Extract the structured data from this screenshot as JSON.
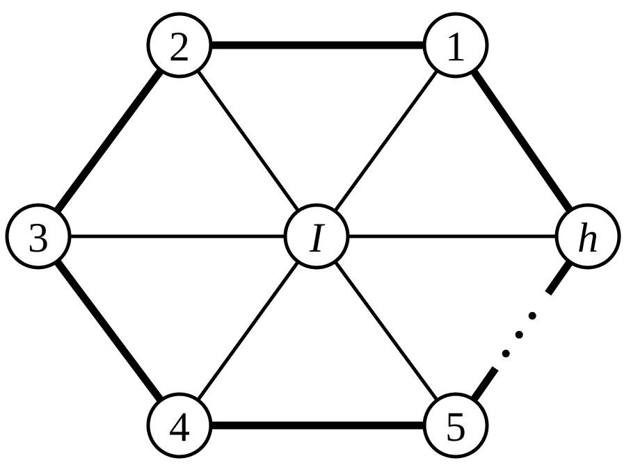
{
  "diagram": {
    "colors": {
      "stroke": "#000000",
      "node_fill": "#ffffff",
      "background": "#ffffff"
    },
    "nodes": [
      {
        "id": "1",
        "label": "1",
        "italic": false
      },
      {
        "id": "2",
        "label": "2",
        "italic": false
      },
      {
        "id": "3",
        "label": "3",
        "italic": false
      },
      {
        "id": "4",
        "label": "4",
        "italic": false
      },
      {
        "id": "5",
        "label": "5",
        "italic": false
      },
      {
        "id": "h",
        "label": "h",
        "italic": true
      },
      {
        "id": "I",
        "label": "I",
        "italic": true
      }
    ],
    "edges": [
      {
        "from": "2",
        "to": "1",
        "weight": "thick"
      },
      {
        "from": "2",
        "to": "3",
        "weight": "thick"
      },
      {
        "from": "3",
        "to": "4",
        "weight": "thick"
      },
      {
        "from": "4",
        "to": "5",
        "weight": "thick"
      },
      {
        "from": "1",
        "to": "h",
        "weight": "thick"
      },
      {
        "from": "h",
        "to": "5",
        "weight": "thick",
        "style": "ellipsis"
      },
      {
        "from": "I",
        "to": "1",
        "weight": "thin"
      },
      {
        "from": "I",
        "to": "2",
        "weight": "thin"
      },
      {
        "from": "I",
        "to": "3",
        "weight": "thin"
      },
      {
        "from": "I",
        "to": "4",
        "weight": "thin"
      },
      {
        "from": "I",
        "to": "5",
        "weight": "thin"
      },
      {
        "from": "I",
        "to": "h",
        "weight": "thin"
      }
    ]
  }
}
